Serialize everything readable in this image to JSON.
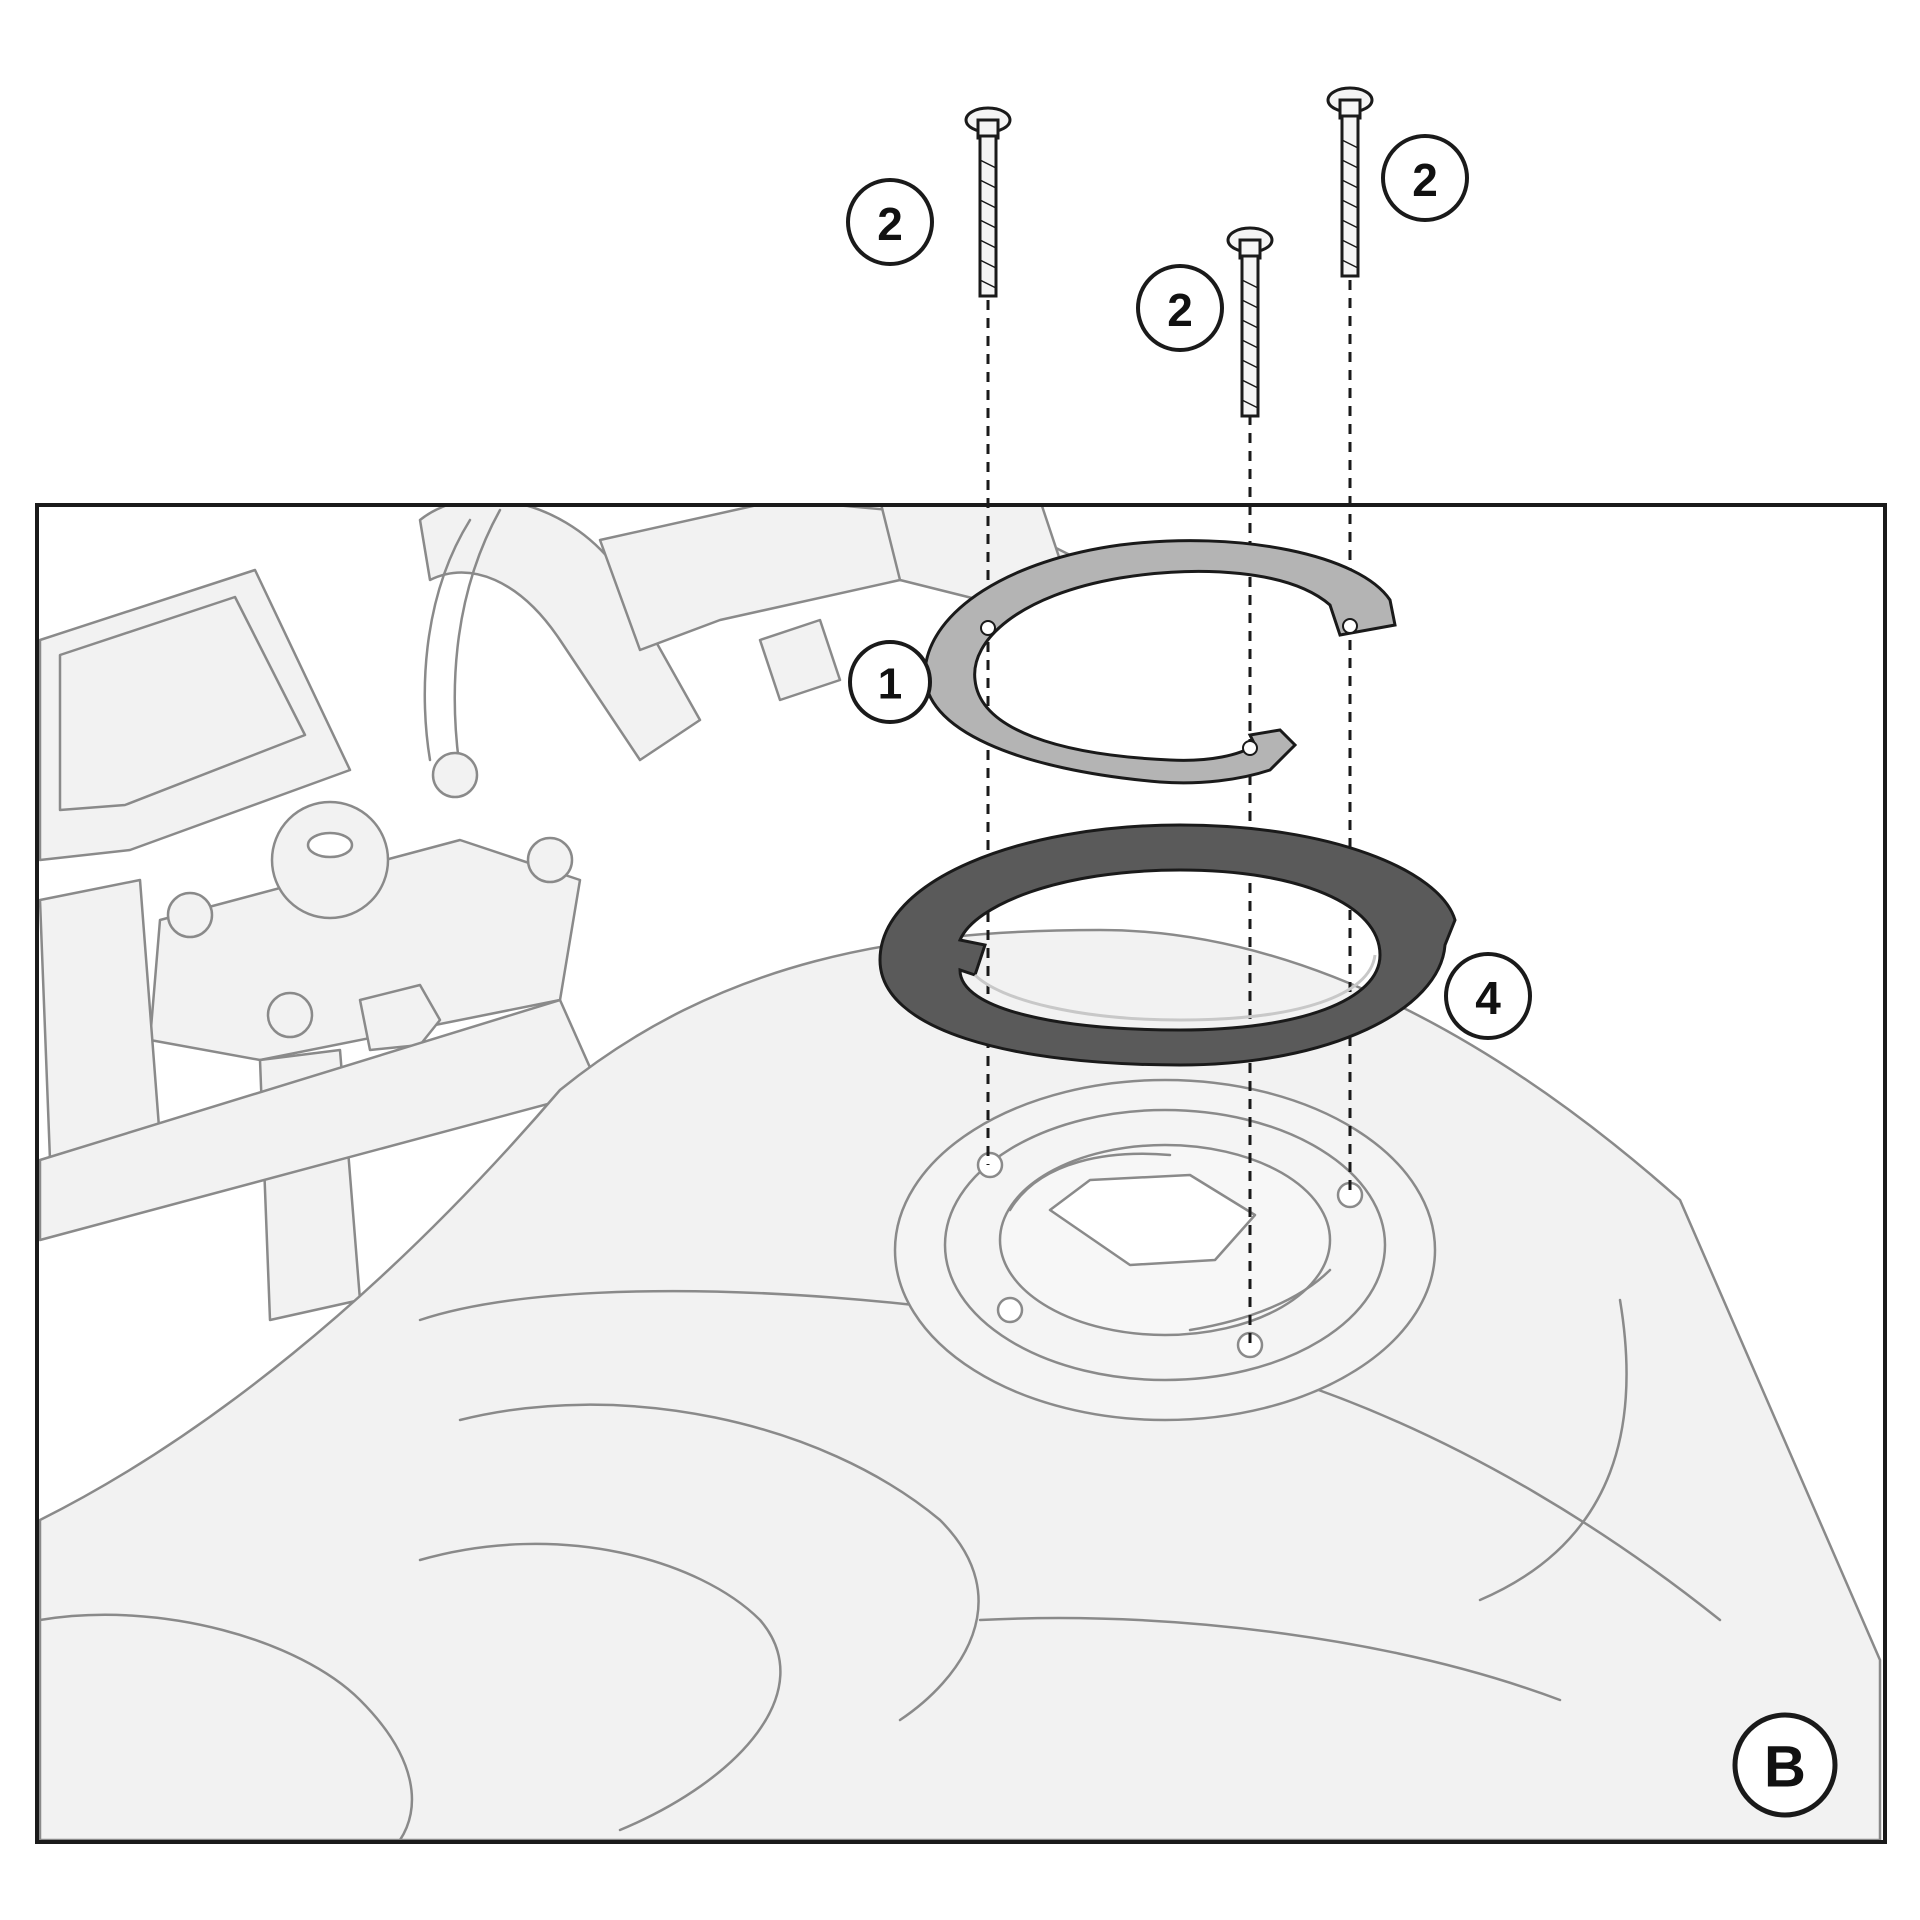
{
  "diagram": {
    "panel_label": "B",
    "callouts": {
      "ring": "1",
      "screw_left": "2",
      "screw_middle": "2",
      "screw_right": "2",
      "adapter": "4"
    },
    "colors": {
      "line": "#8a8a8a",
      "dark_line": "#1a1a1a",
      "fill_light": "#f2f2f2",
      "ring_fill": "#b4b4b4",
      "adapter_fill": "#5a5a5a",
      "background": "#ffffff"
    }
  }
}
